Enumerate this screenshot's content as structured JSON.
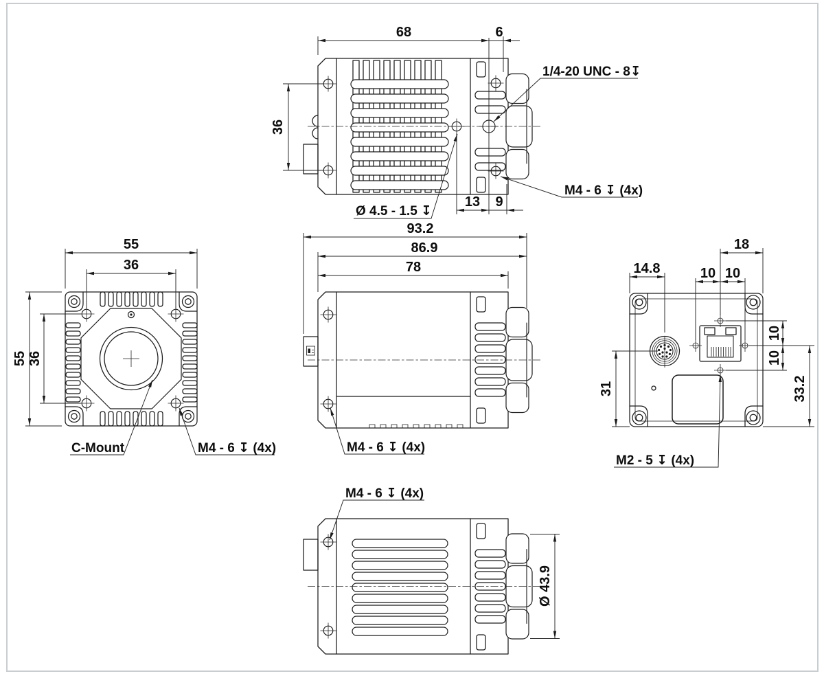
{
  "page": {
    "background": "#ffffff",
    "frame_color": "#c9cdd0",
    "line_color": "#1b1b1b"
  },
  "views": {
    "top": {
      "dim_width": "68",
      "dim_offset": "6",
      "dim_hole_spacing": "36",
      "dim_pin_to_tripod": "13",
      "dim_tripod_to_front": "9",
      "callout_tripod": "1/4-20 UNC - 8↧",
      "callout_pin_hole": "Ø 4.5 - 1.5 ↧",
      "callout_m4": "M4 - 6 ↧ (4x)"
    },
    "front": {
      "dim_width": "55",
      "dim_hole_spacing_h": "36",
      "dim_height": "55",
      "dim_hole_spacing_v": "36",
      "callout_lens": "C-Mount",
      "callout_m4": "M4 - 6 ↧ (4x)"
    },
    "side": {
      "dim_overall": "93.2",
      "dim_body": "86.9",
      "dim_housing": "78",
      "callout_m4": "M4 - 6 ↧ (4x)"
    },
    "rear": {
      "dim_jack_to_edge": "18",
      "dim_connector_offset": "14.8",
      "dim_hole_left": "10",
      "dim_hole_right": "10",
      "dim_hole_upper": "10",
      "dim_hole_lower": "10",
      "dim_connector_height": "31",
      "dim_jack_height": "33.2",
      "callout_m2": "M2 - 5 ↧ (4x)"
    },
    "bottom": {
      "dim_lens_diameter": "Ø 43.9",
      "callout_m4": "M4 - 6 ↧ (4x)"
    }
  }
}
